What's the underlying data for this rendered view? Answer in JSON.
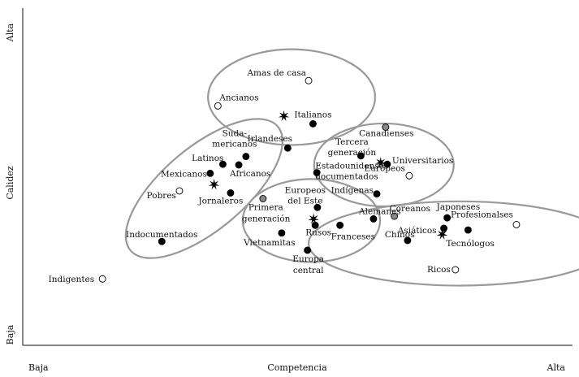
{
  "chart_data": {
    "type": "scatter",
    "title": "",
    "xlabel": "Competencia",
    "ylabel": "Calidez",
    "x_low_label": "Baja",
    "x_high_label": "Alta",
    "y_low_label": "Baja",
    "y_high_label": "Alta",
    "xlim": [
      0,
      100
    ],
    "ylim": [
      0,
      100
    ],
    "grid": false,
    "legend": "none",
    "marker_colors": {
      "filled": "#000000",
      "open": "#ffffff",
      "gray": "#888888",
      "ellipse": "#999999"
    },
    "points": [
      {
        "label": "Amas de casa",
        "x": 52.0,
        "y": 78.5,
        "marker": "open"
      },
      {
        "label": "Ancianos",
        "x": 35.5,
        "y": 71.0,
        "marker": "open"
      },
      {
        "label": "Italianos",
        "x": 52.8,
        "y": 65.7,
        "marker": "filled"
      },
      {
        "label": "",
        "x": 47.5,
        "y": 68.0,
        "marker": "star"
      },
      {
        "label": "Irlandeses",
        "x": 48.2,
        "y": 58.5,
        "marker": "filled"
      },
      {
        "label": "Canadienses",
        "x": 66.0,
        "y": 64.7,
        "marker": "gray"
      },
      {
        "label": "Tercera generación",
        "x": 61.5,
        "y": 56.2,
        "marker": "filled"
      },
      {
        "label": "Universitarios",
        "x": 66.3,
        "y": 53.7,
        "marker": "filled"
      },
      {
        "label": "",
        "x": 65.1,
        "y": 54.2,
        "marker": "star"
      },
      {
        "label": "Europeos",
        "x": 70.3,
        "y": 50.3,
        "marker": "open"
      },
      {
        "label": "Estadounidenses documentados",
        "x": 53.5,
        "y": 51.2,
        "marker": "filled"
      },
      {
        "label": "Indígenas",
        "x": 64.4,
        "y": 44.9,
        "marker": "filled"
      },
      {
        "label": "Sudamericanos",
        "x": 40.6,
        "y": 56.0,
        "marker": "filled"
      },
      {
        "label": "Latinos",
        "x": 36.4,
        "y": 53.7,
        "marker": "filled"
      },
      {
        "label": "Mexicanos",
        "x": 34.1,
        "y": 51.0,
        "marker": "filled"
      },
      {
        "label": "Africanos",
        "x": 39.3,
        "y": 53.5,
        "marker": "filled"
      },
      {
        "label": "",
        "x": 34.8,
        "y": 47.7,
        "marker": "star"
      },
      {
        "label": "Pobres",
        "x": 28.5,
        "y": 45.8,
        "marker": "open"
      },
      {
        "label": "Jornaleros",
        "x": 37.8,
        "y": 45.2,
        "marker": "filled"
      },
      {
        "label": "Indocumentados",
        "x": 25.3,
        "y": 30.8,
        "marker": "filled"
      },
      {
        "label": "Europeos del Este",
        "x": 53.6,
        "y": 40.9,
        "marker": "filled"
      },
      {
        "label": "Primera generación",
        "x": 43.7,
        "y": 43.5,
        "marker": "gray"
      },
      {
        "label": "",
        "x": 52.9,
        "y": 37.5,
        "marker": "star"
      },
      {
        "label": "Alemanes",
        "x": 63.8,
        "y": 37.5,
        "marker": "filled"
      },
      {
        "label": "Franceses",
        "x": 57.7,
        "y": 35.6,
        "marker": "filled"
      },
      {
        "label": "Rusos",
        "x": 53.2,
        "y": 35.6,
        "marker": "filled"
      },
      {
        "label": "Vietnamitas",
        "x": 47.1,
        "y": 33.3,
        "marker": "filled"
      },
      {
        "label": "Europa central",
        "x": 51.8,
        "y": 28.2,
        "marker": "filled"
      },
      {
        "label": "Coreanos",
        "x": 67.6,
        "y": 38.3,
        "marker": "gray"
      },
      {
        "label": "Chinos",
        "x": 70.0,
        "y": 31.1,
        "marker": "filled"
      },
      {
        "label": "Japoneses",
        "x": 77.2,
        "y": 37.8,
        "marker": "filled"
      },
      {
        "label": "Asiáticos",
        "x": 76.6,
        "y": 34.7,
        "marker": "filled"
      },
      {
        "label": "",
        "x": 76.3,
        "y": 32.9,
        "marker": "star"
      },
      {
        "label": "Tecnólogos",
        "x": 81.0,
        "y": 34.2,
        "marker": "filled"
      },
      {
        "label": "Profesionalses",
        "x": 89.8,
        "y": 35.8,
        "marker": "open"
      },
      {
        "label": "Ricos",
        "x": 78.7,
        "y": 22.4,
        "marker": "open"
      },
      {
        "label": "Indigentes",
        "x": 14.5,
        "y": 19.7,
        "marker": "open"
      }
    ],
    "clusters": [
      {
        "cx": 48.9,
        "cy": 73.6,
        "rx": 15.2,
        "ry": 14.2,
        "angle": 0
      },
      {
        "cx": 33.0,
        "cy": 46.5,
        "rx": 17.5,
        "ry": 12.3,
        "angle": -40
      },
      {
        "cx": 65.7,
        "cy": 53.5,
        "rx": 12.7,
        "ry": 12.3,
        "angle": 0
      },
      {
        "cx": 52.5,
        "cy": 37.0,
        "rx": 12.5,
        "ry": 12.3,
        "angle": 0
      },
      {
        "cx": 79.5,
        "cy": 30.2,
        "rx": 27.5,
        "ry": 12.5,
        "angle": 0
      }
    ]
  }
}
